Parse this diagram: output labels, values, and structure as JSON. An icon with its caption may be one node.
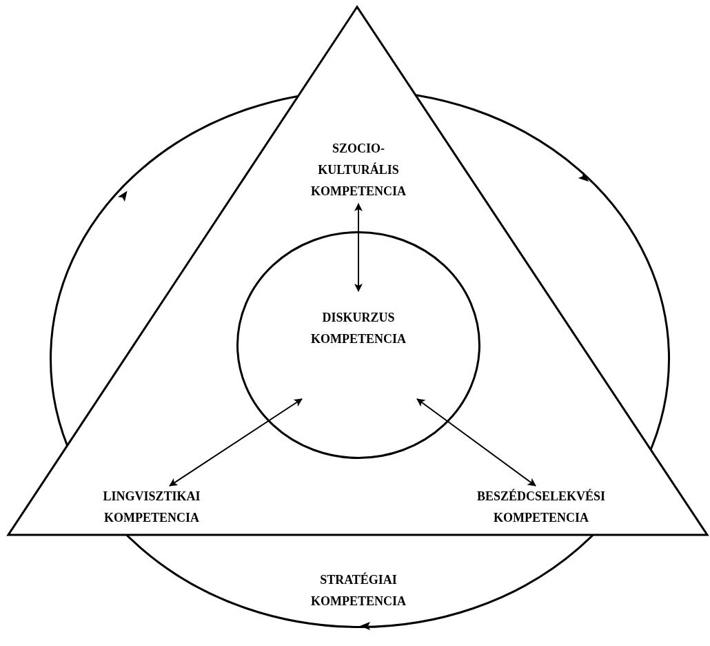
{
  "diagram": {
    "nodes": [
      {
        "text": [
          "STRATÉGIAI KOMPETENCIA"
        ]
      },
      {
        "text": [],
        "shape": "triangle"
      },
      {
        "text": [
          "DISKURZUS KOMPETENCIA"
        ],
        "in": 1
      },
      {
        "text": [
          "SZOCIO- KULTURÁLIS KOMPETENCIA"
        ],
        "in": 1
      },
      {
        "text": [
          "LINGVISZTIKAI KOMPETENCIA"
        ],
        "in": 1
      },
      {
        "text": [
          "BESZÉDCSELEKVÉSI KOMPETENCIA"
        ],
        "in": 1
      }
    ],
    "edges": [
      {
        "from": 3,
        "to": 2,
        "arrow": "both"
      },
      {
        "from": 4,
        "to": 2,
        "arrow": "both"
      },
      {
        "from": 5,
        "to": 2,
        "arrow": "both"
      }
    ]
  }
}
